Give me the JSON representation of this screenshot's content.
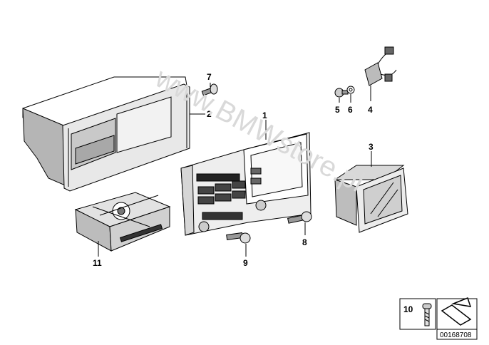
{
  "watermark": "www.BMWstore.pl",
  "callouts": {
    "c1": "1",
    "c2": "2",
    "c3": "3",
    "c4": "4",
    "c5": "5",
    "c6": "6",
    "c7": "7",
    "c8": "8",
    "c9": "9",
    "c11": "11"
  },
  "legend": {
    "part_number": "10",
    "screw_icon": "screw-icon",
    "arrow_icon": "bent-arrow-icon"
  },
  "document_number": "00168708"
}
